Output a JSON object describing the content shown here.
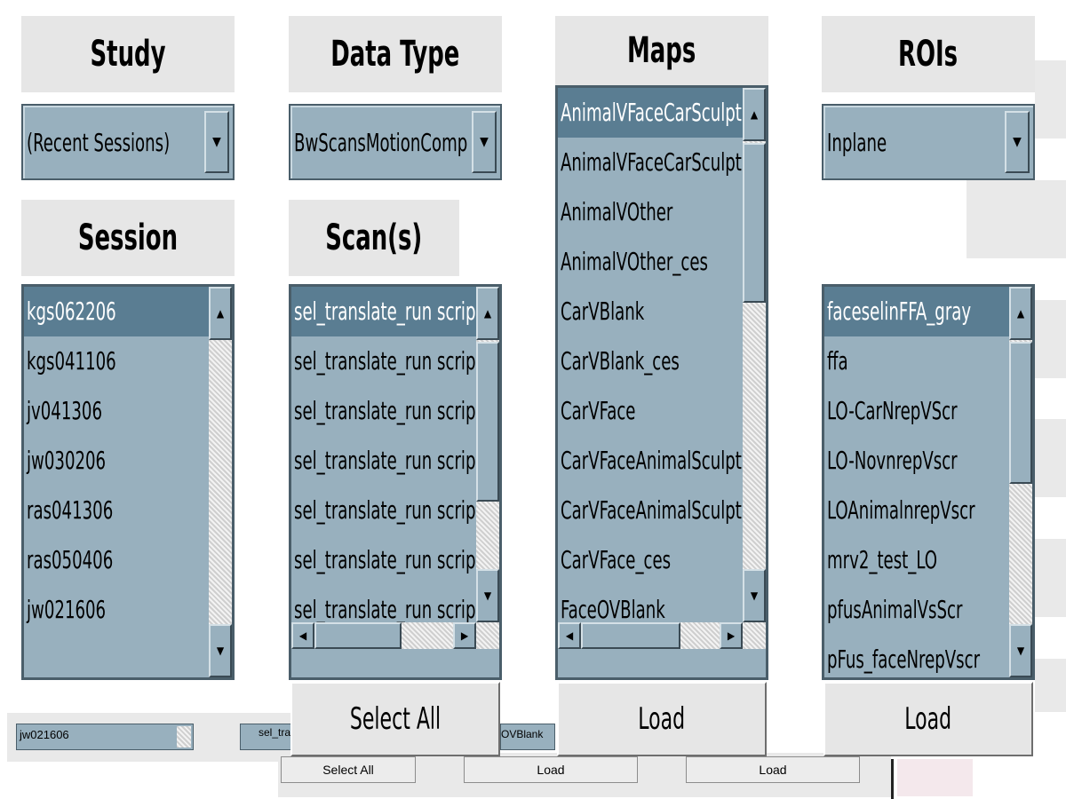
{
  "study": {
    "header": "Study",
    "selected": "(Recent Sessions)"
  },
  "data_type": {
    "header": "Data Type",
    "selected": "BwScansMotionComp"
  },
  "maps": {
    "header": "Maps",
    "items": [
      "AnimalVFaceCarSculpt",
      "AnimalVFaceCarSculpt",
      "AnimalVOther",
      "AnimalVOther_ces",
      "CarVBlank",
      "CarVBlank_ces",
      "CarVFace",
      "CarVFaceAnimalSculpt",
      "CarVFaceAnimalSculpt",
      "CarVFace_ces",
      "FaceOVBlank"
    ],
    "selected_index": 0,
    "load_label": "Load"
  },
  "rois": {
    "header": "ROIs",
    "view": "Inplane",
    "items": [
      "faceselinFFA_gray",
      "ffa",
      "LO-CarNrepVScr",
      "LO-NovnrepVscr",
      "LOAnimalnrepVscr",
      "mrv2_test_LO",
      "pfusAnimalVsScr",
      "pFus_faceNrepVscr"
    ],
    "selected_index": 0,
    "load_label": "Load"
  },
  "session": {
    "header": "Session",
    "items": [
      "kgs062206",
      "kgs041106",
      "jv041306",
      "jw030206",
      "ras041306",
      "ras050406",
      "jw021606"
    ],
    "selected_index": 0
  },
  "scans": {
    "header": "Scan(s)",
    "items": [
      "sel_translate_run scrip",
      "sel_translate_run scrip",
      "sel_translate_run scrip",
      "sel_translate_run scrip",
      "sel_translate_run scrip",
      "sel_translate_run scrip",
      "sel_translate_run scrip"
    ],
    "selected_index": 0,
    "select_all_label": "Select All"
  },
  "background_ghost": {
    "session_value": "jw021606",
    "scan_partial": "sel_tra",
    "maps_partial": "OVBlank",
    "select_all_label": "Select All",
    "load_label_1": "Load",
    "load_label_2": "Load"
  }
}
